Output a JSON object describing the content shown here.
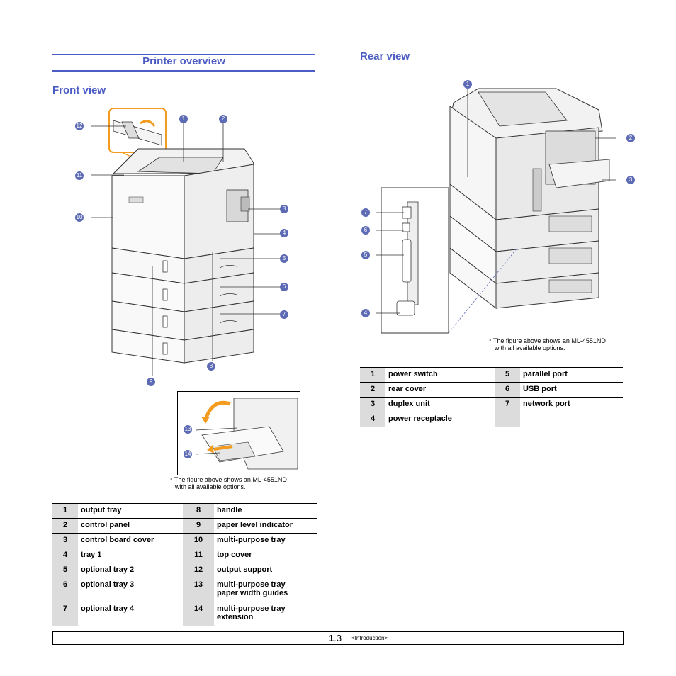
{
  "left": {
    "section_title": "Printer overview",
    "front_title": "Front view",
    "note_line1": "* The figure above shows an ML-4551ND",
    "note_line2": "with all available options.",
    "callouts": [
      "1",
      "2",
      "3",
      "4",
      "5",
      "6",
      "7",
      "8",
      "9",
      "10",
      "11",
      "12",
      "13",
      "14"
    ],
    "rows": [
      {
        "n1": "1",
        "l1": "output tray",
        "n2": "8",
        "l2": "handle",
        "l2b": ""
      },
      {
        "n1": "2",
        "l1": "control panel",
        "n2": "9",
        "l2": "paper level indicator",
        "l2b": ""
      },
      {
        "n1": "3",
        "l1": "control board cover",
        "n2": "10",
        "l2": "multi-purpose tray",
        "l2b": ""
      },
      {
        "n1": "4",
        "l1": "tray 1",
        "n2": "11",
        "l2": "top cover",
        "l2b": ""
      },
      {
        "n1": "5",
        "l1": "optional tray 2",
        "n2": "12",
        "l2": "output support",
        "l2b": ""
      },
      {
        "n1": "6",
        "l1": "optional tray 3",
        "n2": "13",
        "l2": "multi-purpose tray",
        "l2b": "paper width guides"
      },
      {
        "n1": "7",
        "l1": "optional tray 4",
        "n2": "14",
        "l2": "multi-purpose tray",
        "l2b": "extension"
      }
    ]
  },
  "right": {
    "rear_title": "Rear view",
    "note_line1": "* The figure above shows an ML-4551ND",
    "note_line2": "with all available options.",
    "callouts": [
      "1",
      "2",
      "3",
      "4",
      "5",
      "6",
      "7"
    ],
    "rows": [
      {
        "n1": "1",
        "l1": "power switch",
        "n2": "5",
        "l2": "parallel port"
      },
      {
        "n1": "2",
        "l1": "rear cover",
        "n2": "6",
        "l2": "USB port"
      },
      {
        "n1": "3",
        "l1": "duplex unit",
        "n2": "7",
        "l2": "network port"
      },
      {
        "n1": "4",
        "l1": "power receptacle",
        "n2": "",
        "l2": ""
      }
    ]
  },
  "footer": {
    "page_major": "1",
    "page_minor": ".3",
    "chapter": "<Introduction>"
  },
  "colors": {
    "accent": "#4b5cc4",
    "callout": "#5d6ab4",
    "highlight": "#f39c1f",
    "table_shade": "#dcdcdc"
  }
}
